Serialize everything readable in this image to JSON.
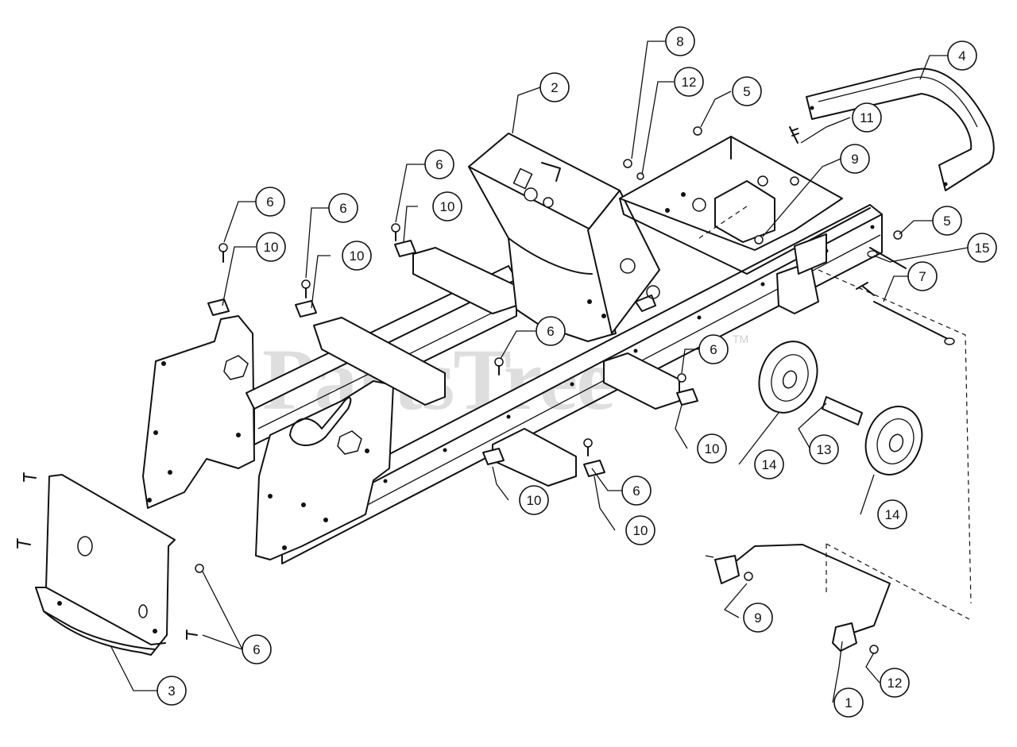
{
  "watermark": {
    "text": "PartsTree",
    "mark": "TM"
  },
  "callouts": [
    {
      "label": "1"
    },
    {
      "label": "2"
    },
    {
      "label": "3"
    },
    {
      "label": "4"
    },
    {
      "label": "5"
    },
    {
      "label": "5"
    },
    {
      "label": "6"
    },
    {
      "label": "6"
    },
    {
      "label": "6"
    },
    {
      "label": "6"
    },
    {
      "label": "6"
    },
    {
      "label": "6"
    },
    {
      "label": "6"
    },
    {
      "label": "7"
    },
    {
      "label": "8"
    },
    {
      "label": "9"
    },
    {
      "label": "9"
    },
    {
      "label": "10"
    },
    {
      "label": "10"
    },
    {
      "label": "10"
    },
    {
      "label": "10"
    },
    {
      "label": "10"
    },
    {
      "label": "10"
    },
    {
      "label": "11"
    },
    {
      "label": "12"
    },
    {
      "label": "12"
    },
    {
      "label": "13"
    },
    {
      "label": "14"
    },
    {
      "label": "14"
    },
    {
      "label": "15"
    }
  ]
}
